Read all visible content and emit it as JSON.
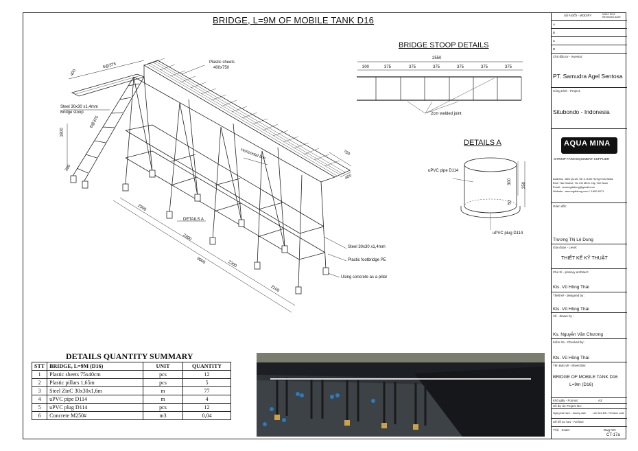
{
  "title": "BRIDGE, L=9M OF MOBILE TANK D16",
  "main_view": {
    "labels": {
      "plastic_sheets": "Plastic sheets",
      "plastic_sheets_size": "400x750",
      "steel_stoop": "Steel 30x30 x1,4mm",
      "bridge_stoop": "Bridge stoop",
      "horizontal_line": "Horizontal line",
      "details_a": "DETAILS A",
      "steel_frame": "Steel 30x30 x1,4mm",
      "footbridge": "Plastic footbridge PE",
      "concrete_pillar": "Using concrete as a pillar"
    },
    "dims": {
      "d400_top": "400",
      "d6at375_top": "6@375",
      "d6at375_side": "6@375",
      "d1800": "1800",
      "d300": "300",
      "d750": "750",
      "d400_end": "400",
      "d2300_a": "2300",
      "d2300_b": "2300",
      "d2300_c": "2300",
      "d2100": "2100",
      "d9000": "9000"
    }
  },
  "stoop": {
    "title": "BRIDGE STOOP DETAILS",
    "total": "2550",
    "segments": [
      "300",
      "375",
      "375",
      "375",
      "375",
      "375",
      "375"
    ],
    "weld": "2cm welded joint"
  },
  "details_a": {
    "title": "DETAILS A",
    "pipe": "uPVC pipe D114",
    "plug": "uPVC plug D114",
    "d300": "300",
    "d350": "350",
    "d50": "50"
  },
  "summary": {
    "title": "DETAILS QUANTITY SUMMARY",
    "headers": [
      "STT",
      "BRIDGE,  L=9M (D16)",
      "UNIT",
      "QUANTITY"
    ],
    "rows": [
      [
        "1",
        "Plastic sheets 75x40cm",
        "pcs",
        "12"
      ],
      [
        "2",
        "Plastic pillars 1,65m",
        "pcs",
        "5"
      ],
      [
        "3",
        "Steel ZinC 30x30x1,6m",
        "m",
        "77"
      ],
      [
        "4",
        "uPVC pipe D114",
        "m",
        "4"
      ],
      [
        "5",
        "uPVC plug D114",
        "pcs",
        "12"
      ],
      [
        "6",
        "Concrete M250#",
        "m3",
        "0,04"
      ]
    ]
  },
  "title_block": {
    "rev_head_a": "SỬA ĐỔI - MODIFY",
    "rev_head_b": "NGÀY SỬA REVISION DATE",
    "rev_rows": [
      "A",
      "B",
      "C",
      "D"
    ],
    "investor_cap": "Chủ đầu tư - Investor:",
    "investor": "PT. Samudra Agel Sentosa",
    "project_cap": "Công trình - Project:",
    "project": "Situbondo - Indonesia",
    "logo_text": "AQUA MINA",
    "logo_sub": "SHRIMP FARM EQUIMENT SUPPLIER",
    "address_lines": [
      "Address : 665 QL1A, Str 4, Bình Hưng Hoà Ward,",
      "Bình Tân District, Ho Chi Minh City, Viet Nam",
      "Email    : aouongdidong@gmail.com",
      "Website : aouongdidong.com * 1800 6071"
    ],
    "director_cap": "Giám đốc:",
    "director": "Trương Thị Lệ Dung",
    "phase_cap": "Giai đoạn - Level:",
    "phase": "THIẾT KẾ KỸ THUẬT",
    "architect_cap": "Chủ trì - primary architect:",
    "architect": "Kts. Vũ Hồng Thái",
    "designer_cap": "Thiết kế - designed by :",
    "designer": "Kts. Vũ Hồng Thái",
    "drawn_cap": "Vẽ - drawn by :",
    "drawn": "Ks. Nguyễn Văn Chương",
    "checked_cap": "Kiểm tra - Checked by:",
    "checked": "Kts. Vũ Hồng Thái",
    "sheet_cap": "Tên Bản vẽ - Sheet title:",
    "sheet_title_1": "BRIDGE OF MOBILE TANK D16",
    "sheet_title_2": "L=9m (D16)",
    "format_cap": "Khổ giấy - Format:",
    "format": "A3",
    "projno_cap": "Số dự án Project No:",
    "date_cap": "Ngày phát hành - Issuing date",
    "rev_cap": "Lần Sửa Đổi - Revision code",
    "archive_cap": "Số hồ sơ lưu - Archive",
    "scale_cap": "Tỉ lệ - Scale:",
    "dwg_cap": "Dwg NO:",
    "dwg_no": "CT-17a"
  }
}
